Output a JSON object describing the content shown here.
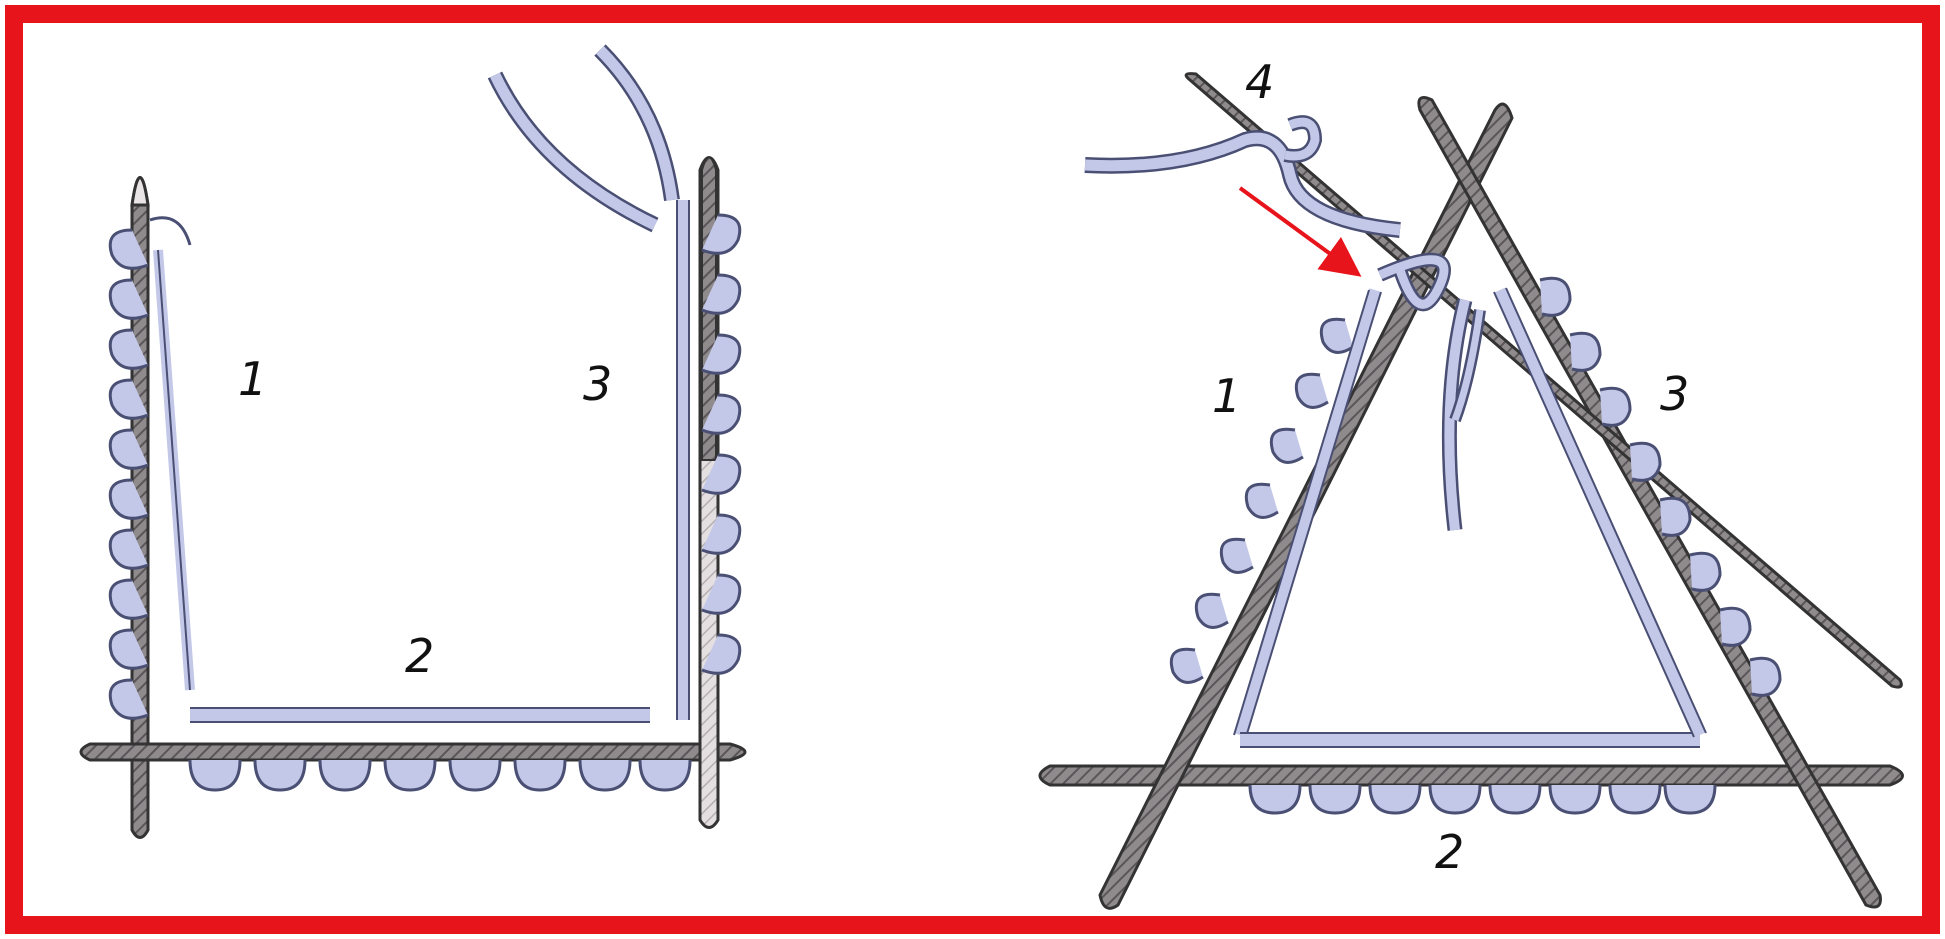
{
  "frame": {
    "border_color": "#e8141b"
  },
  "colors": {
    "needle_fill": "#8f8a8c",
    "needle_hatch": "#5a5558",
    "needle_light": "#d9d4d6",
    "yarn": "#c3c8e8",
    "yarn_outline": "#4a4f74",
    "arrow": "#e8141b"
  },
  "left_figure": {
    "needle_labels": [
      "1",
      "2",
      "3"
    ]
  },
  "right_figure": {
    "needle_labels": [
      "1",
      "2",
      "3",
      "4"
    ],
    "arrow": "red-arrow-pointing-to-first-stitch"
  }
}
